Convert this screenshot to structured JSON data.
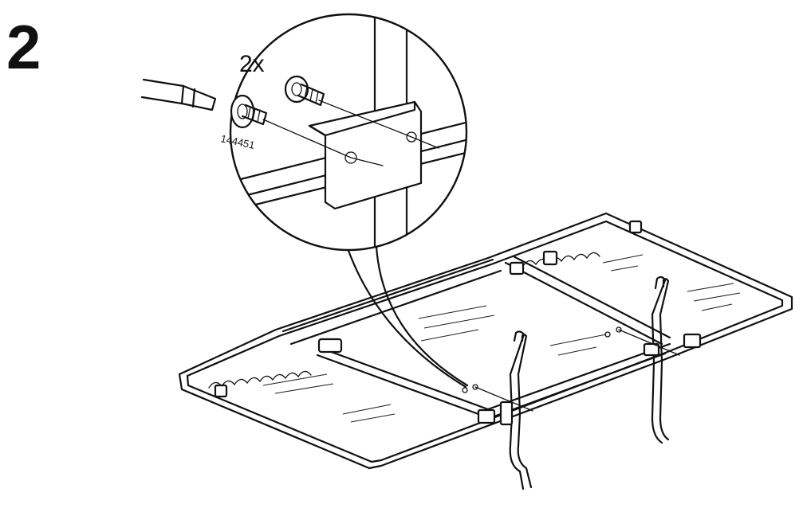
{
  "step": {
    "number": "2"
  },
  "detail_callout": {
    "quantity": "2x",
    "part_number": "144451"
  },
  "icons": {
    "tool": "screwdriver-icon",
    "fastener": "screw-with-washer-icon"
  },
  "colors": {
    "ink": "#111111",
    "background": "#ffffff"
  }
}
